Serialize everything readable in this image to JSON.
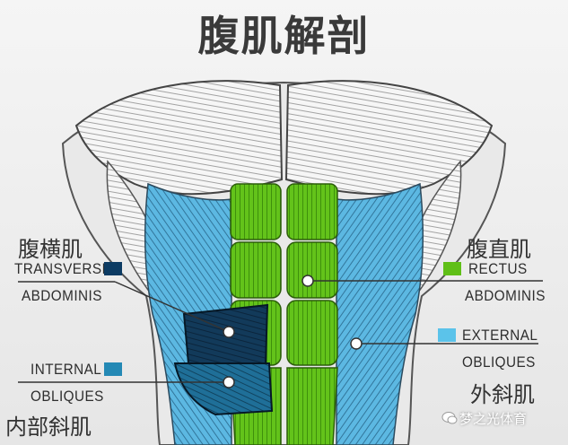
{
  "title": "腹肌解剖",
  "labels": {
    "transverse": {
      "cn": "腹横肌",
      "en1": "TRANSVERSE",
      "en2": "ABDOMINIS",
      "color": "#0c3b63"
    },
    "rectus": {
      "cn": "腹直肌",
      "en1": "RECTUS",
      "en2": "ABDOMINIS",
      "color": "#5fbf17"
    },
    "external": {
      "cn": "外斜肌",
      "en1": "EXTERNAL",
      "en2": "OBLIQUES",
      "color": "#5bc3ea"
    },
    "internal": {
      "cn": "内部斜肌",
      "en1": "INTERNAL",
      "en2": "OBLIQUES",
      "color": "#2489b5"
    }
  },
  "watermark": "梦之光体育",
  "colors": {
    "background": "#f1f1f1",
    "pectoral": "#f4f4f4",
    "rectus": "#5fbf17",
    "rectus_dark": "#3f8f0c",
    "oblique": "#56b4e0",
    "transverse": "#123a5a",
    "internal": "#1f6f98"
  },
  "icons": [
    "chat-bubble-icon"
  ]
}
